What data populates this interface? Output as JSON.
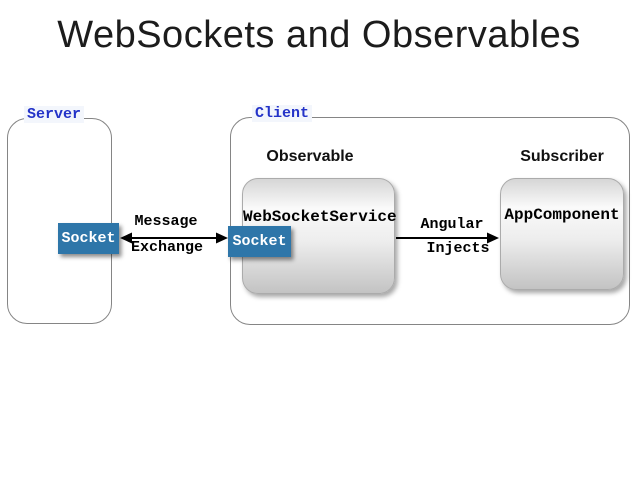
{
  "title": "WebSockets and Observables",
  "colors": {
    "socket_blue": "#2E76A9",
    "group_label_blue": "#2433C8"
  },
  "server": {
    "label": "Server",
    "socket_label": "Socket"
  },
  "client": {
    "label": "Client",
    "observable_caption": "Observable",
    "subscriber_caption": "Subscriber",
    "service_box_label": "WebSocketService",
    "component_box_label": "AppComponent",
    "socket_label": "Socket"
  },
  "arrows": {
    "message_exchange": {
      "line1": "Message",
      "line2": "Exchange"
    },
    "angular_injects": {
      "line1": "Angular",
      "line2": "Injects"
    }
  }
}
